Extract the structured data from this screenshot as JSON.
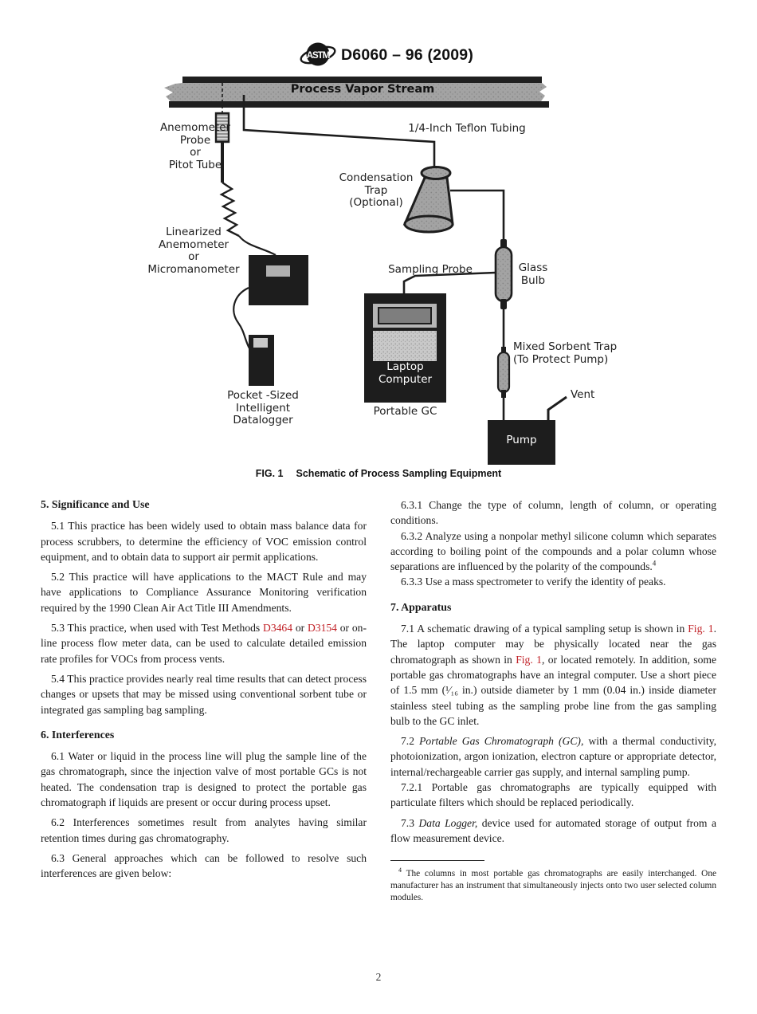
{
  "header": {
    "logo_text": "ASTM",
    "title": "D6060 – 96 (2009)"
  },
  "figure": {
    "caption_label": "FIG. 1",
    "caption_title": "Schematic of Process Sampling Equipment",
    "labels": {
      "banner": "Process Vapor Stream",
      "anemometer_probe": "Anemometer\nProbe\nor\nPitot Tube",
      "teflon_tubing": "1/4-Inch Teflon Tubing",
      "condensation_trap": "Condensation\nTrap\n(Optional)",
      "linearized": "Linearized\nAnemometer\nor\nMicromanometer",
      "sampling_probe": "Sampling Probe",
      "glass_bulb": "Glass\nBulb",
      "laptop": "Laptop\nComputer",
      "portable_gc": "Portable GC",
      "datalogger": "Pocket -Sized\nIntelligent\nDatalogger",
      "sorbent_trap": "Mixed Sorbent Trap\n(To Protect Pump)",
      "vent": "Vent",
      "pump": "Pump"
    }
  },
  "sections": {
    "left": [
      {
        "kind": "heading",
        "text": "5. Significance and Use"
      },
      {
        "kind": "para",
        "gap": true,
        "segs": [
          {
            "t": "5.1 This practice has been widely used to obtain mass balance data for process scrubbers, to determine the efficiency of VOC emission control equipment, and to obtain data to support air permit applications."
          }
        ]
      },
      {
        "kind": "para",
        "gap": true,
        "segs": [
          {
            "t": "5.2 This practice will have applications to the MACT Rule and may have applications to Compliance Assurance Monitoring verification required by the 1990 Clean Air Act Title III Amendments."
          }
        ]
      },
      {
        "kind": "para",
        "gap": true,
        "segs": [
          {
            "t": "5.3 This practice, when used with Test Methods "
          },
          {
            "t": "D3464",
            "s": "link"
          },
          {
            "t": " or "
          },
          {
            "t": "D3154",
            "s": "link"
          },
          {
            "t": " or on-line process flow meter data, can be used to calculate detailed emission rate profiles for VOCs from process vents."
          }
        ]
      },
      {
        "kind": "para",
        "gap": true,
        "segs": [
          {
            "t": "5.4 This practice provides nearly real time results that can detect process changes or upsets that may be missed using conventional sorbent tube or integrated gas sampling bag sampling."
          }
        ]
      },
      {
        "kind": "heading",
        "text": "6. Interferences"
      },
      {
        "kind": "para",
        "gap": true,
        "segs": [
          {
            "t": "6.1 Water or liquid in the process line will plug the sample line of the gas chromatograph, since the injection valve of most portable GCs is not heated. The condensation trap is designed to protect the portable gas chromatograph if liquids are present or occur during process upset."
          }
        ]
      },
      {
        "kind": "para",
        "gap": true,
        "segs": [
          {
            "t": "6.2 Interferences sometimes result from analytes having similar retention times during gas chromatography."
          }
        ]
      },
      {
        "kind": "para",
        "gap": true,
        "segs": [
          {
            "t": "6.3 General approaches which can be followed to resolve such interferences are given below:"
          }
        ]
      }
    ],
    "right": [
      {
        "kind": "para",
        "gap": false,
        "segs": [
          {
            "t": "6.3.1 Change the type of column, length of column, or operating conditions."
          }
        ]
      },
      {
        "kind": "para",
        "gap": false,
        "segs": [
          {
            "t": "6.3.2 Analyze using a nonpolar methyl silicone column which separates according to boiling point of the compounds and a polar column whose separations are influenced by the polarity of the compounds."
          },
          {
            "t": "4",
            "s": "sup"
          }
        ]
      },
      {
        "kind": "para",
        "gap": false,
        "segs": [
          {
            "t": "6.3.3 Use a mass spectrometer to verify the identity of peaks."
          }
        ]
      },
      {
        "kind": "heading",
        "text": "7. Apparatus"
      },
      {
        "kind": "para",
        "gap": true,
        "segs": [
          {
            "t": "7.1 A schematic drawing of a typical sampling setup is shown in "
          },
          {
            "t": "Fig. 1",
            "s": "link"
          },
          {
            "t": ". The laptop computer may be physically located near the gas chromatograph as shown in "
          },
          {
            "t": "Fig. 1",
            "s": "link"
          },
          {
            "t": ", or located remotely. In addition, some portable gas chromatographs have an integral computer. Use a short piece of 1.5 mm (¹⁄₁₆ in.) outside diameter by 1 mm (0.04 in.) inside diameter stainless steel tubing as the sampling probe line from the gas sampling bulb to the GC inlet."
          }
        ]
      },
      {
        "kind": "para",
        "gap": true,
        "segs": [
          {
            "t": "7.2 "
          },
          {
            "t": "Portable Gas Chromatograph (GC),",
            "s": "italic"
          },
          {
            "t": " with a thermal conductivity, photoionization, argon ionization, electron capture or appropriate detector, internal/rechargeable carrier gas supply, and internal sampling pump."
          }
        ]
      },
      {
        "kind": "para",
        "gap": false,
        "segs": [
          {
            "t": "7.2.1 Portable gas chromatographs are typically equipped with particulate filters which should be replaced periodically."
          }
        ]
      },
      {
        "kind": "para",
        "gap": true,
        "segs": [
          {
            "t": "7.3 "
          },
          {
            "t": "Data Logger,",
            "s": "italic"
          },
          {
            "t": " device used for automated storage of output from a flow measurement device."
          }
        ]
      }
    ]
  },
  "footnote": {
    "marker": "4",
    "text": " The columns in most portable gas chromatographs are easily interchanged. One manufacturer has an instrument that simultaneously injects onto two user selected column modules."
  },
  "page_number": "2",
  "colors": {
    "link_red": "#c12026",
    "ink": "#1d1d1d"
  }
}
